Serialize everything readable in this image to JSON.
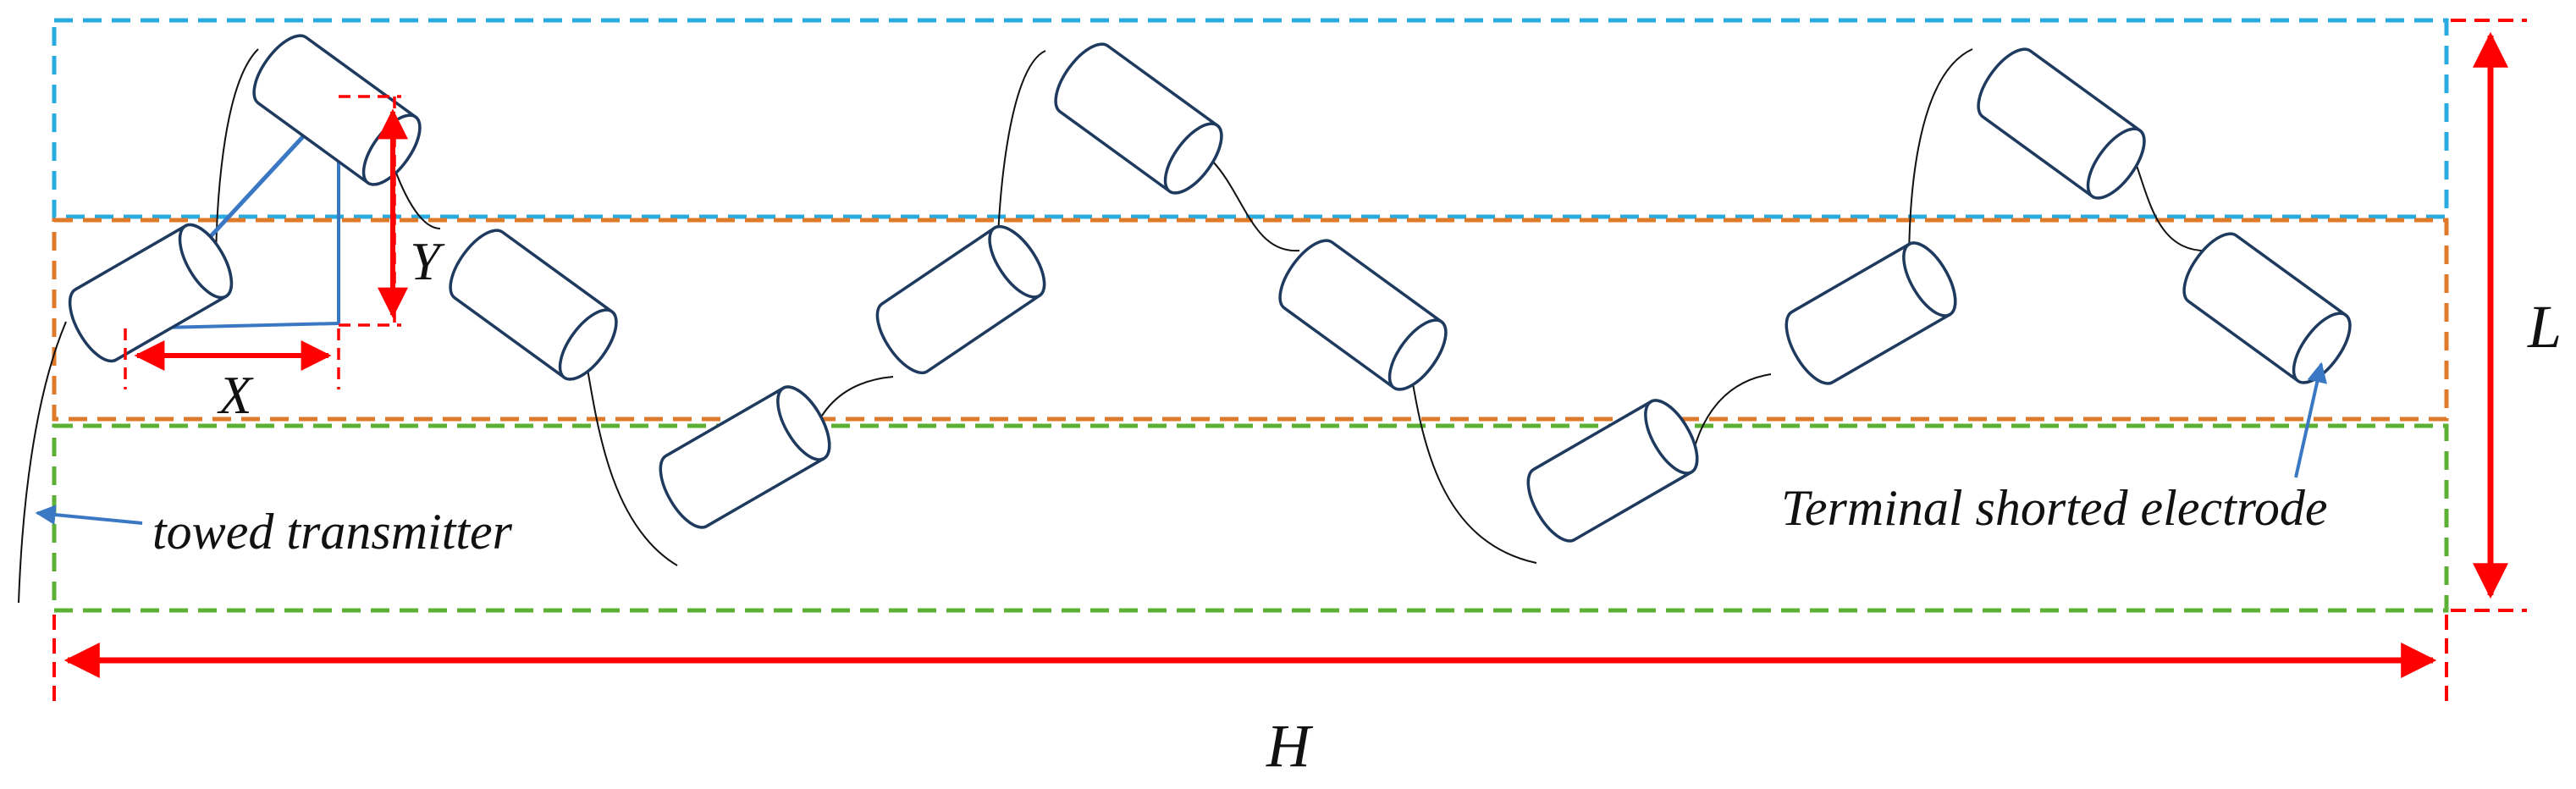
{
  "labels": {
    "x": "X",
    "y": "Y",
    "l": "L",
    "h": "H",
    "towed_transmitter": "towed transmitter",
    "terminal_electrode": "Terminal shorted electrode"
  },
  "colors": {
    "top_band": "#29abe2",
    "middle_band": "#e07a2b",
    "bottom_band": "#5cb034",
    "dimension": "#ff0000",
    "geometry": "#3a78c4",
    "annotation_arrow": "#3a78c4",
    "electrode_outline": "#1f3a5f",
    "wire": "#111111"
  }
}
